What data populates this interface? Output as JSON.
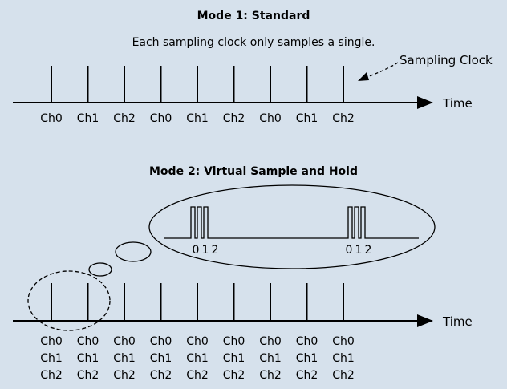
{
  "mode1": {
    "title": "Mode 1: Standard",
    "subtitle": "Each sampling clock only samples a single.",
    "clock_label": "Sampling Clock",
    "axis_label": "Time",
    "channels": [
      "Ch0",
      "Ch1",
      "Ch2",
      "Ch0",
      "Ch1",
      "Ch2",
      "Ch0",
      "Ch1",
      "Ch2"
    ]
  },
  "mode2": {
    "title": "Mode 2: Virtual Sample and Hold",
    "axis_label": "Time",
    "pulse_labels": [
      "0",
      "1",
      "2"
    ],
    "channel_rows": [
      [
        "Ch0",
        "Ch0",
        "Ch0",
        "Ch0",
        "Ch0",
        "Ch0",
        "Ch0",
        "Ch0",
        "Ch0"
      ],
      [
        "Ch1",
        "Ch1",
        "Ch1",
        "Ch1",
        "Ch1",
        "Ch1",
        "Ch1",
        "Ch1",
        "Ch1"
      ],
      [
        "Ch2",
        "Ch2",
        "Ch2",
        "Ch2",
        "Ch2",
        "Ch2",
        "Ch2",
        "Ch2",
        "Ch2"
      ]
    ]
  },
  "colors": {
    "background": "#d6e1ec",
    "stroke": "#000000"
  }
}
